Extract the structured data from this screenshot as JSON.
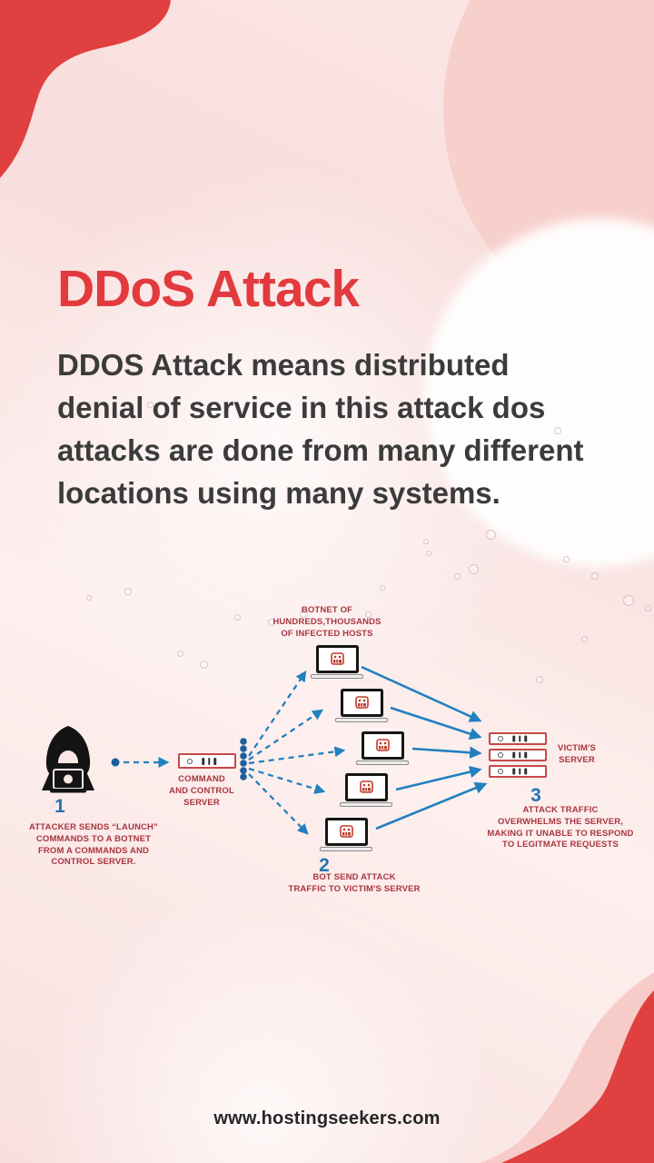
{
  "page": {
    "title": "DDoS Attack",
    "description": "DDOS Attack means distributed denial of service in this attack dos attacks are done from many different locations using many systems.",
    "footer_url": "www.hostingseekers.com"
  },
  "diagram": {
    "step1": {
      "number": "1",
      "caption": "ATTACKER SENDS “LAUNCH”\nCOMMANDS TO A BOTNET\nFROM A COMMANDS AND\nCONTROL SERVER."
    },
    "command_server_label": "COMMAND\nAND CONTROL\nSERVER",
    "botnet_label": "BOTNET OF\nHUNDREDS,THOUSANDS\nOF INFECTED HOSTS",
    "step2": {
      "number": "2",
      "caption": "BOT SEND ATTACK\nTRAFFIC TO VICTIM'S SERVER"
    },
    "victim_label": "VICTIM'S\nSERVER",
    "step3": {
      "number": "3",
      "caption": "ATTACK TRAFFIC\nOVERWHELMS THE SERVER,\nMAKING IT UNABLE TO RESPOND\nTO LEGITMATE REQUESTS"
    },
    "infected_host_count": 5,
    "icons": {
      "attacker": "hacker-laptop-icon",
      "command_server": "server-box-icon",
      "infected_host": "laptop-bot-icon",
      "victim_server": "server-stack-icon"
    }
  },
  "colors": {
    "accent_red": "#e14040",
    "title_red": "#e23a3e",
    "label_red": "#a93540",
    "arrow_blue": "#2180c0",
    "dot_blue": "#1c5f9c",
    "step_number_blue": "#2673b4",
    "background_pink": "#f9e2e1",
    "text_dark": "#3b3b3b"
  }
}
